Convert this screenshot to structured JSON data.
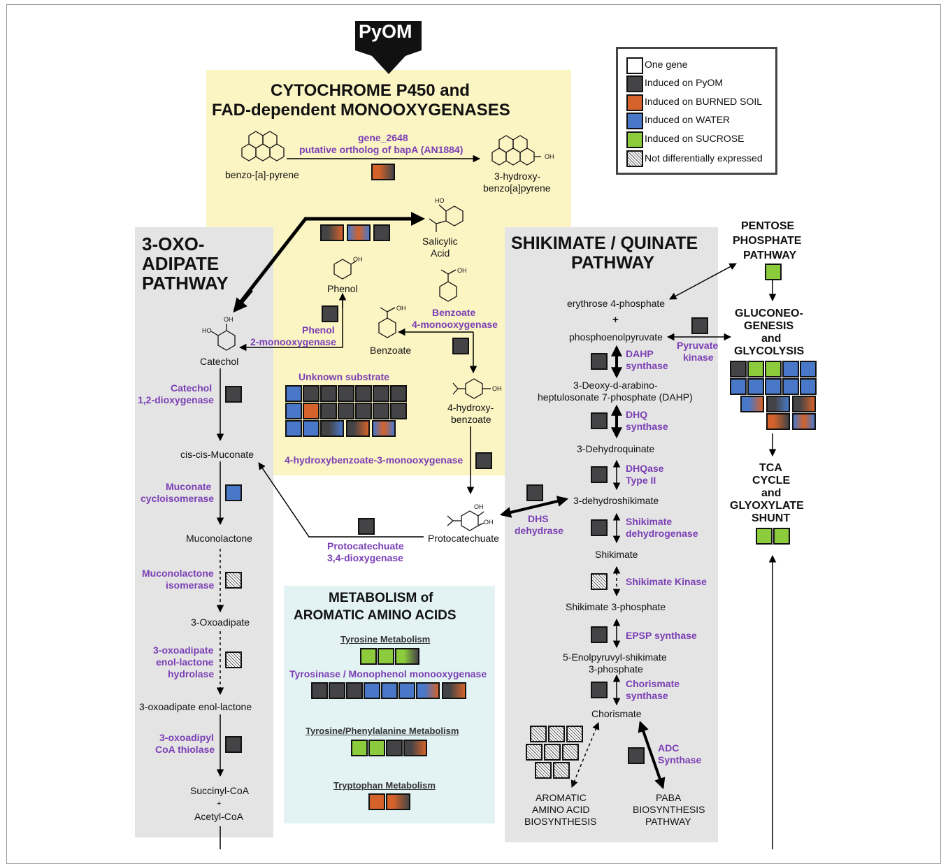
{
  "colors": {
    "pyom": "#444446",
    "burned_soil": "#d4622a",
    "water": "#4a78c9",
    "sucrose": "#8ccc3c",
    "enzyme_text": "#7b3fb5",
    "p450_panel": "#fbf4c3",
    "aromatic_panel": "#e3f3f3",
    "pathway_panel": "#e4e4e4"
  },
  "source": {
    "label": "PyOM"
  },
  "legend": {
    "one_gene": "One gene",
    "pyom": "Induced on PyOM",
    "burned": "Induced on BURNED SOIL",
    "water": "Induced on WATER",
    "sucrose": "Induced on SUCROSE",
    "not_de": "Not differentially expressed"
  },
  "p450": {
    "title1": "CYTOCHROME P450 and",
    "title2": "FAD-dependent MONOOXYGENASES",
    "gene": "gene_2648",
    "ortholog": "putative ortholog of bapA (AN1884)",
    "bap": "benzo-[a]-pyrene",
    "hbap1": "3-hydroxy-",
    "hbap2": "benzo[a]pyrene",
    "salicylic1": "Salicylic",
    "salicylic2": "Acid",
    "phenol": "Phenol",
    "phenol_enz1": "Phenol",
    "phenol_enz2": "2-monooxygenase",
    "benzoate": "Benzoate",
    "benzoate_top": "Benzoate",
    "benzoate_enz2": "4-monooxygenase",
    "unknown": "Unknown substrate",
    "hb1": "4-hydroxy-",
    "hb2": "benzoate",
    "hb3m": "4-hydroxybenzoate-3-monooxygenase",
    "oh": "OH",
    "ho": "HO"
  },
  "oxo": {
    "title1": "3-OXO-",
    "title2": "ADIPATE",
    "title3": "PATHWAY",
    "catechol": "Catechol",
    "cat_enz1": "Catechol",
    "cat_enz2": "1,2-dioxygenase",
    "muconate": "cis-cis-Muconate",
    "muc_enz1": "Muconate",
    "muc_enz2": "cycloisomerase",
    "muconolactone": "Muconolactone",
    "mli1": "Muconolactone",
    "mli2": "isomerase",
    "oxoadipate": "3-Oxoadipate",
    "oeh1": "3-oxoadipate",
    "oeh2": "enol-lactone",
    "oeh3": "hydrolase",
    "enol": "3-oxoadipate enol-lactone",
    "thi1": "3-oxoadipyl",
    "thi2": "CoA thiolase",
    "succ": "Succinyl-CoA",
    "plus": "+",
    "acetyl": "Acetyl-CoA"
  },
  "proto": {
    "label": "Protocatechuate",
    "enz1": "Protocatechuate",
    "enz2": "3,4-dioxygenase"
  },
  "aromatic": {
    "title1": "METABOLISM of",
    "title2": "AROMATIC AMINO ACIDS",
    "tyr": "Tyrosine Metabolism",
    "tyrosinase": "Tyrosinase / Monophenol monooxygenase",
    "tyrphe": "Tyrosine/Phenylalanine Metabolism",
    "trp": "Tryptophan Metabolism"
  },
  "shik": {
    "title1": "SHIKIMATE / QUINATE",
    "title2": "PATHWAY",
    "e4p": "erythrose 4-phosphate",
    "plus": "+",
    "pep": "phosphoenolpyruvate",
    "pk1": "Pyruvate",
    "pk2": "kinase",
    "dahp_enz1": "DAHP",
    "dahp_enz2": "synthase",
    "dahp1": "3-Deoxy-d-arabino-",
    "dahp2": "heptulosonate 7-phosphate (DAHP)",
    "dhq_enz1": "DHQ",
    "dhq_enz2": "synthase",
    "dhq": "3-Dehydroquinate",
    "dhqase1": "DHQase",
    "dhqase2": "Type II",
    "dhs": "3-dehydroshikimate",
    "dhsd1": "DHS",
    "dhsd2": "dehydrase",
    "sdh1": "Shikimate",
    "sdh2": "dehydrogenase",
    "shikimate": "Shikimate",
    "sk": "Shikimate Kinase",
    "s3p": "Shikimate 3-phosphate",
    "epsp": "EPSP synthase",
    "eps1": "5-Enolpyruvyl-shikimate",
    "eps2": "3-phosphate",
    "cs1": "Chorismate",
    "cs2": "synthase",
    "chorismate": "Chorismate",
    "adc1": "ADC",
    "adc2": "Synthase",
    "aa1": "AROMATIC",
    "aa2": "AMINO ACID",
    "aa3": "BIOSYNTHESIS",
    "paba1": "PABA",
    "paba2": "BIOSYNTHESIS",
    "paba3": "PATHWAY"
  },
  "right": {
    "ppp1": "PENTOSE",
    "ppp2": "PHOSPHATE",
    "ppp3": "PATHWAY",
    "glu1": "GLUCONEO-",
    "glu2": "GENESIS",
    "glu3": "and",
    "glu4": "GLYCOLYSIS",
    "tca1": "TCA",
    "tca2": "CYCLE",
    "tca3": "and",
    "tca4": "GLYOXYLATE",
    "tca5": "SHUNT"
  }
}
